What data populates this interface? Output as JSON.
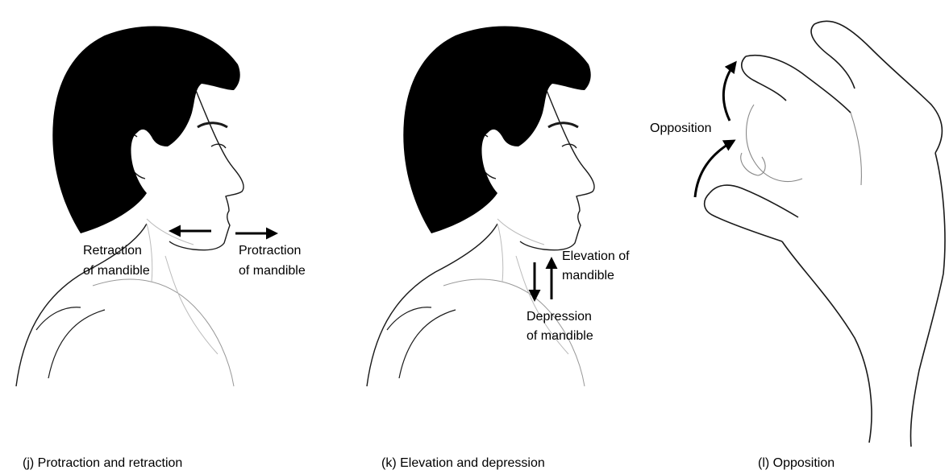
{
  "panels": [
    {
      "caption": "(j) Protraction and retraction",
      "labels": {
        "retraction_line1": "Retraction",
        "retraction_line2": "of mandible",
        "protraction_line1": "Protraction",
        "protraction_line2": "of mandible"
      }
    },
    {
      "caption": "(k) Elevation and depression",
      "labels": {
        "elevation_line1": "Elevation of",
        "elevation_line2": "mandible",
        "depression_line1": "Depression",
        "depression_line2": "of mandible"
      }
    },
    {
      "caption": "(l) Opposition",
      "labels": {
        "opposition": "Opposition"
      }
    }
  ],
  "colors": {
    "hair": "#000000",
    "outline": "#1a1a1a",
    "skin_line": "#bdbdbd",
    "arrow": "#000000",
    "background": "#ffffff"
  }
}
